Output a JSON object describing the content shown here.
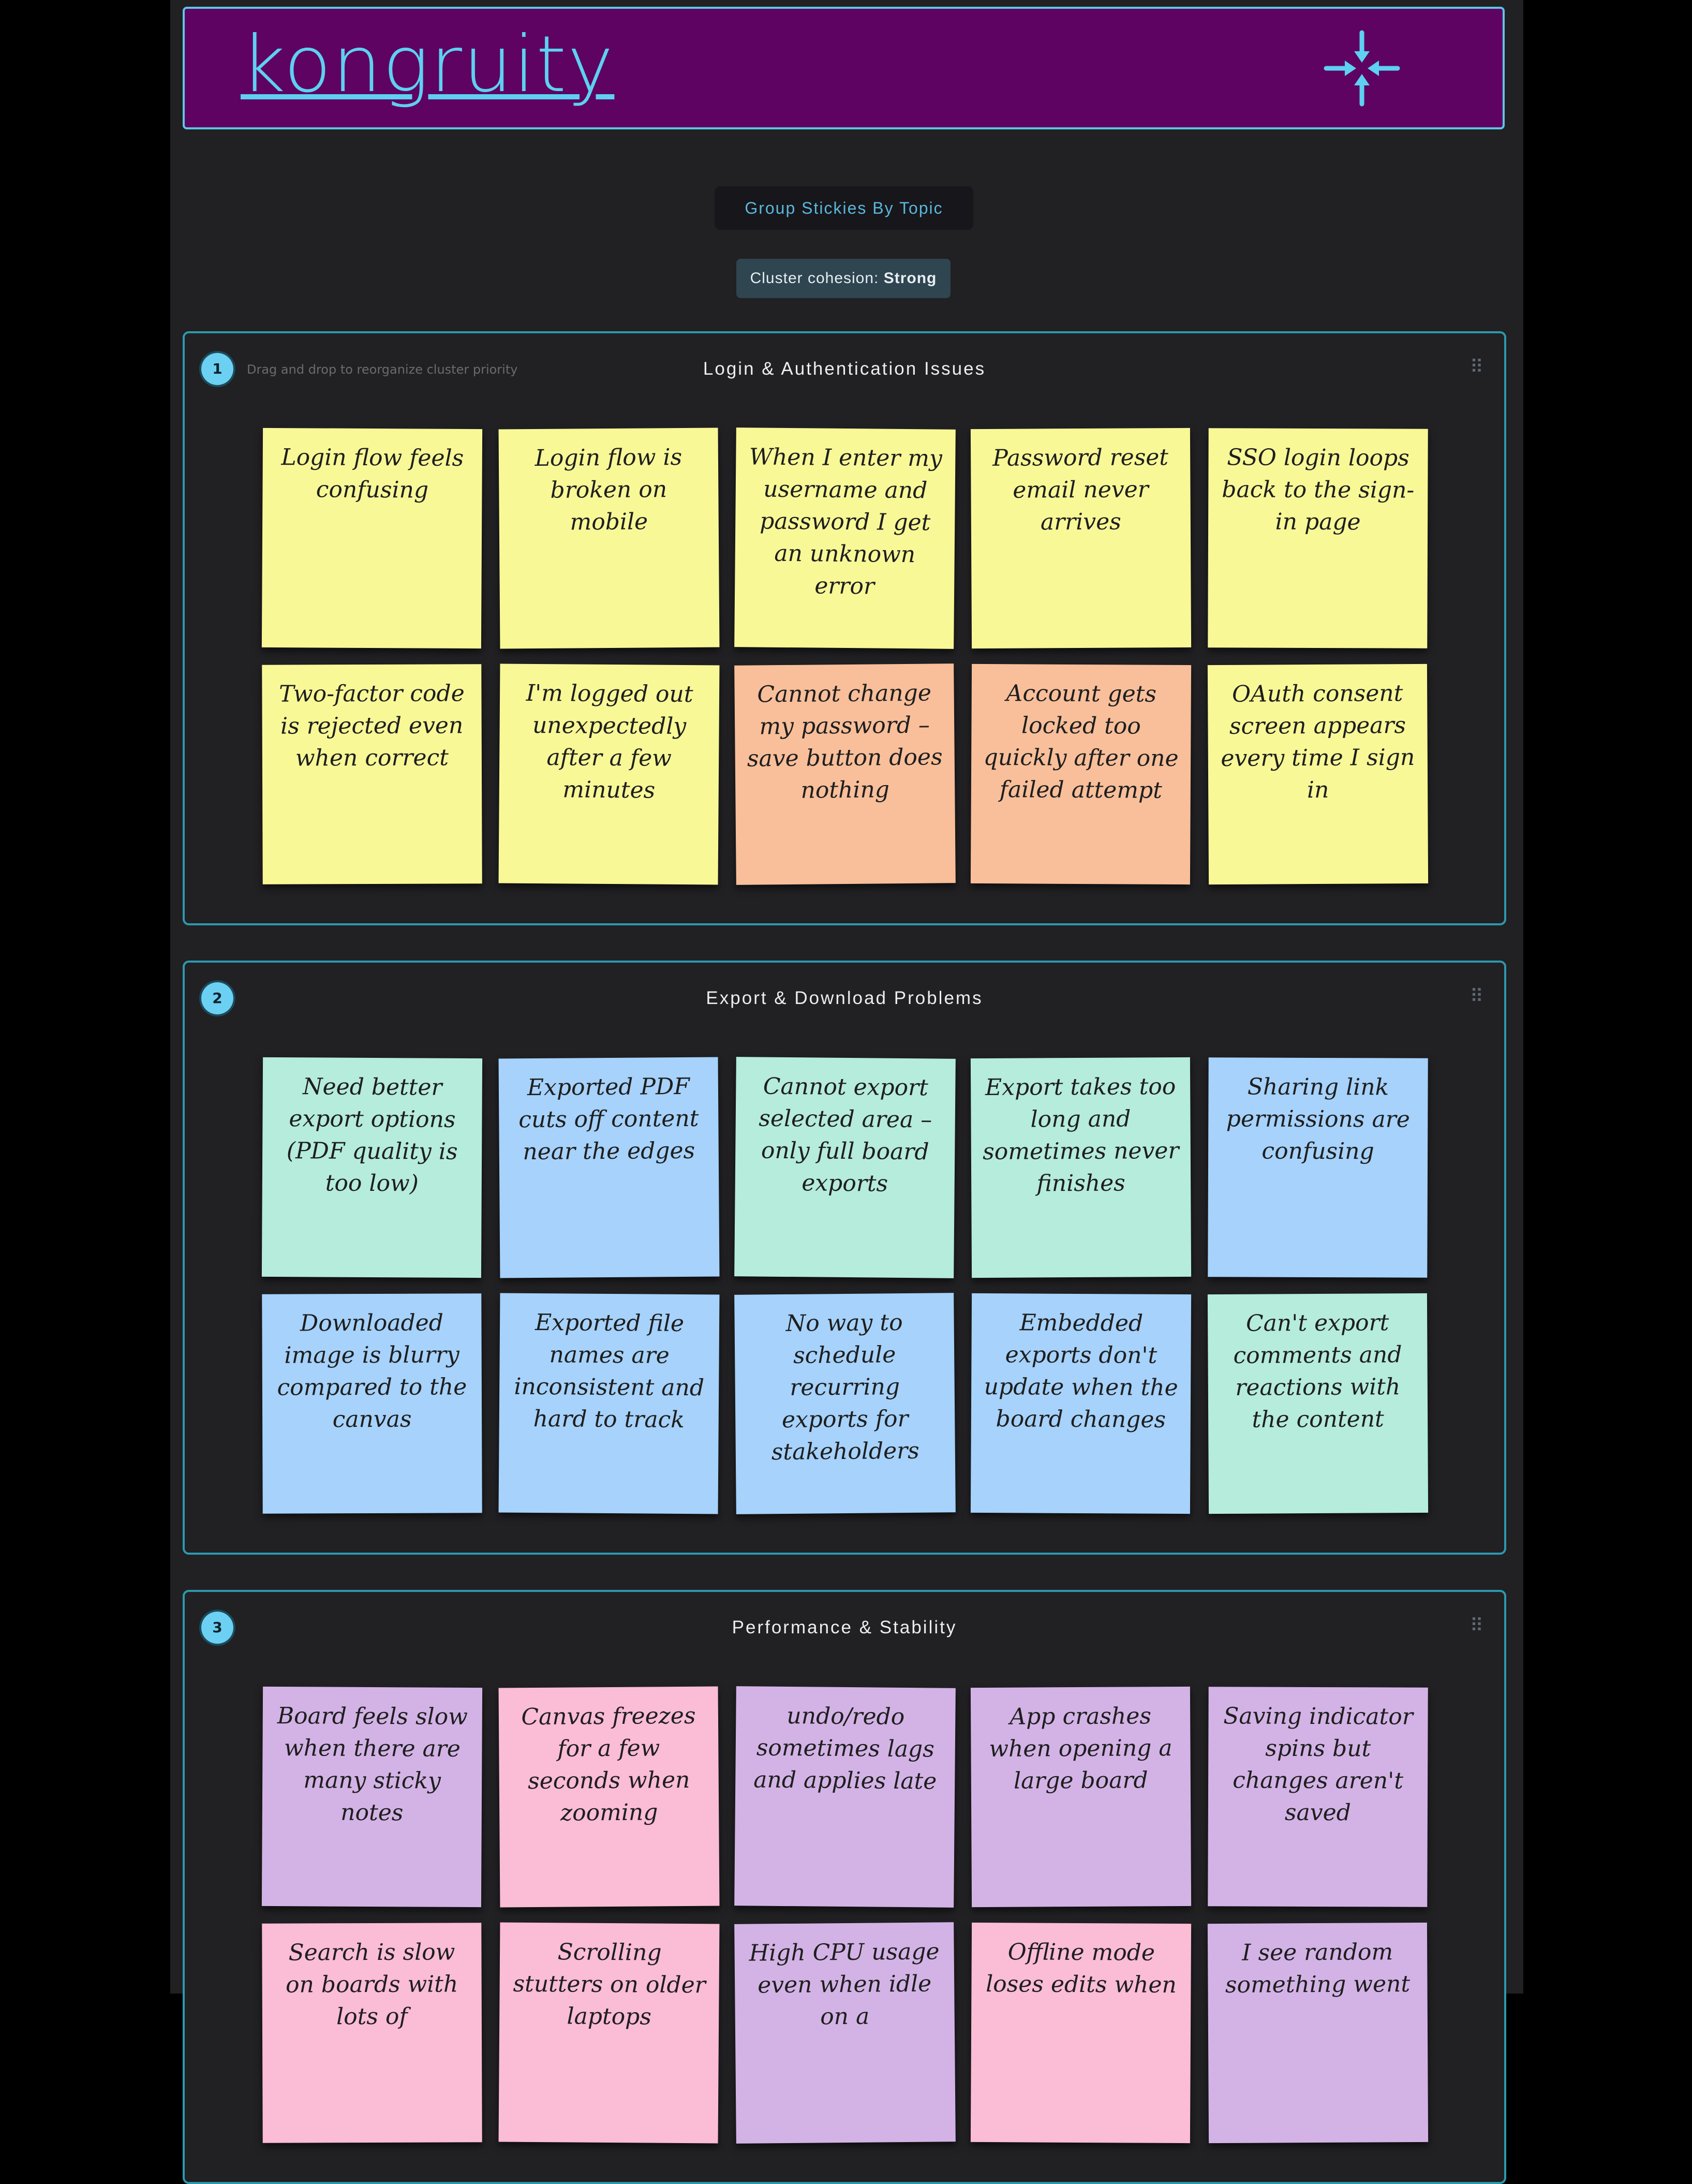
{
  "app": {
    "logo_text": "kongruity"
  },
  "icons": {
    "collapse": "collapse-arrows-icon",
    "drag": "drag-handle-icon"
  },
  "colors": {
    "header_bg": "#5e0361",
    "accent": "#5ed0f2",
    "yellow": "#f8f897",
    "orange": "#f8bf9a",
    "green": "#b5ecdb",
    "blue": "#a6d2fb",
    "purple": "#d3b3e6",
    "pink": "#fbbcd6"
  },
  "toolbar": {
    "group_button_label": "Group Stickies By Topic",
    "cohesion_label": "Cluster cohesion:",
    "cohesion_value": "Strong"
  },
  "clusters": [
    {
      "number": "1",
      "title": "Login & Authentication Issues",
      "hint": "Drag and drop to reorganize cluster priority",
      "notes": [
        {
          "text": "Login flow feels confusing",
          "color": "yellow"
        },
        {
          "text": "Login flow is broken on mobile",
          "color": "yellow"
        },
        {
          "text": "When I enter my username and password I get an unknown error",
          "color": "yellow"
        },
        {
          "text": "Password reset email never arrives",
          "color": "yellow"
        },
        {
          "text": "SSO login loops back to the sign-in page",
          "color": "yellow"
        },
        {
          "text": "Two-factor code is rejected even when correct",
          "color": "yellow"
        },
        {
          "text": "I'm logged out unexpectedly after a few minutes",
          "color": "yellow"
        },
        {
          "text": "Cannot change my password – save button does nothing",
          "color": "orange"
        },
        {
          "text": "Account gets locked too quickly after one failed attempt",
          "color": "orange"
        },
        {
          "text": "OAuth consent screen appears every time I sign in",
          "color": "yellow"
        }
      ]
    },
    {
      "number": "2",
      "title": "Export & Download Problems",
      "hint": "",
      "notes": [
        {
          "text": "Need better export options (PDF quality is too low)",
          "color": "green"
        },
        {
          "text": "Exported PDF cuts off content near the edges",
          "color": "blue"
        },
        {
          "text": "Cannot export selected area – only full board exports",
          "color": "green"
        },
        {
          "text": "Export takes too long and sometimes never finishes",
          "color": "green"
        },
        {
          "text": "Sharing link permissions are confusing",
          "color": "blue"
        },
        {
          "text": "Downloaded image is blurry compared to the canvas",
          "color": "blue"
        },
        {
          "text": "Exported file names are inconsistent and hard to track",
          "color": "blue"
        },
        {
          "text": "No way to schedule recurring exports for stakeholders",
          "color": "blue"
        },
        {
          "text": "Embedded exports don't update when the board changes",
          "color": "blue"
        },
        {
          "text": "Can't export comments and reactions with the content",
          "color": "green"
        }
      ]
    },
    {
      "number": "3",
      "title": "Performance & Stability",
      "hint": "",
      "notes": [
        {
          "text": "Board feels slow when there are many sticky notes",
          "color": "purple"
        },
        {
          "text": "Canvas freezes for a few seconds when zooming",
          "color": "pink"
        },
        {
          "text": "undo/redo sometimes lags and applies late",
          "color": "purple"
        },
        {
          "text": "App crashes when opening a large board",
          "color": "purple"
        },
        {
          "text": "Saving indicator spins but changes aren't saved",
          "color": "purple"
        },
        {
          "text": "Search is slow on boards with lots of",
          "color": "pink"
        },
        {
          "text": "Scrolling stutters on older laptops",
          "color": "pink"
        },
        {
          "text": "High CPU usage even when idle on a",
          "color": "purple"
        },
        {
          "text": "Offline mode loses edits when",
          "color": "pink"
        },
        {
          "text": "I see random something went",
          "color": "purple"
        }
      ]
    }
  ]
}
